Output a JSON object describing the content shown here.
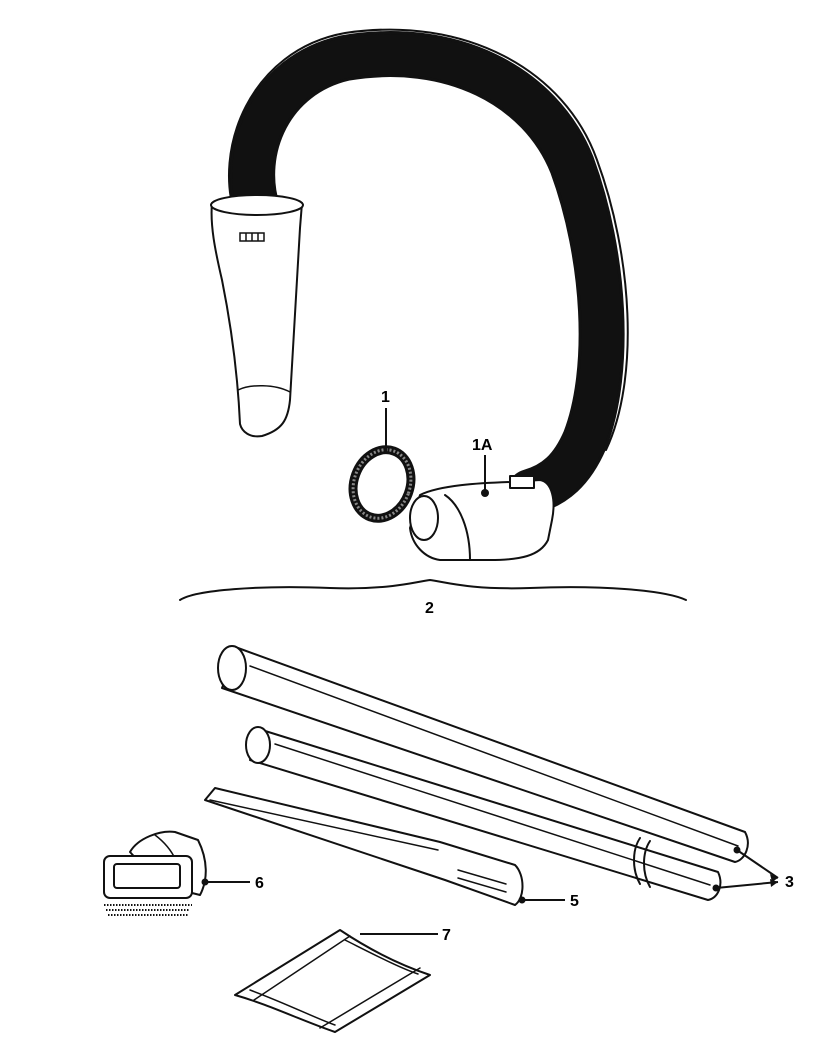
{
  "labels": {
    "ring": "1",
    "elbow": "1A",
    "hose_assembly": "2",
    "extension_wands": "3",
    "crevice_tool": "5",
    "dusting_brush": "6",
    "filter_pad": "7"
  }
}
